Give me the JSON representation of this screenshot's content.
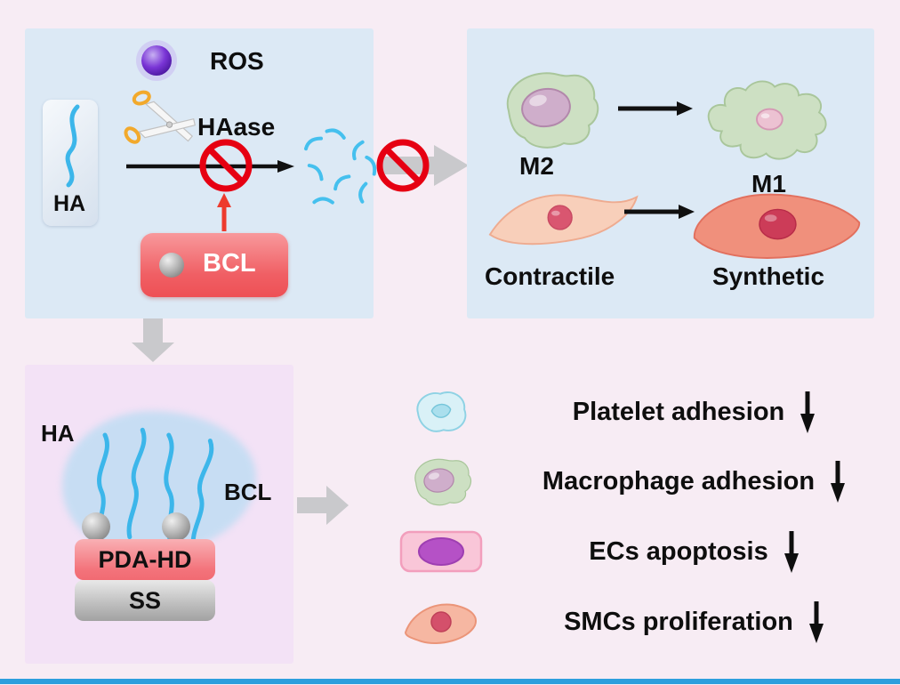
{
  "colors": {
    "background": "#f7ecf4",
    "panel_blue": "#dce9f5",
    "panel_purple": "#f3e2f6",
    "prohibition_red": "#e60012",
    "bcl_red": "#ee5055",
    "ha_blue": "#3cb6ea",
    "arrow_gray": "#c9c9cc",
    "bottom_line_blue": "#2d9fdd"
  },
  "panels": {
    "ros_degradation": {
      "ros_label": "ROS",
      "ha_label": "HA",
      "haase_label": "HAase",
      "bcl_label": "BCL"
    },
    "phenotype": {
      "m2_label": "M2",
      "m1_label": "M1",
      "contractile_label": "Contractile",
      "synthetic_label": "Synthetic"
    },
    "coating": {
      "ha_label": "HA",
      "bcl_label": "BCL",
      "pda_hd_label": "PDA-HD",
      "ss_label": "SS"
    }
  },
  "outcomes": [
    {
      "label": "Platelet adhesion",
      "trend": "decrease"
    },
    {
      "label": "Macrophage adhesion",
      "trend": "decrease"
    },
    {
      "label": "ECs apoptosis",
      "trend": "decrease"
    },
    {
      "label": "SMCs proliferation",
      "trend": "decrease"
    }
  ]
}
